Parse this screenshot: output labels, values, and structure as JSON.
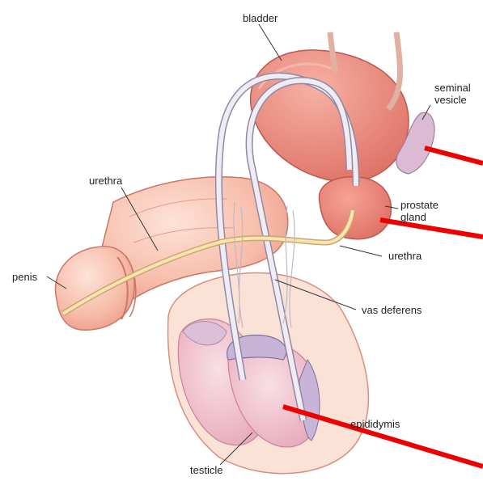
{
  "labels": {
    "bladder": "bladder",
    "seminal_vesicle_line1": "seminal",
    "seminal_vesicle_line2": "vesicle",
    "urethra_left": "urethra",
    "prostate_line1": "prostate",
    "prostate_line2": "gland",
    "penis": "penis",
    "urethra_right": "urethra",
    "vas_deferens": "vas deferens",
    "epididymis": "epididymis",
    "testicle": "testicle"
  },
  "colors": {
    "tissue_light": "#fbd2c4",
    "tissue_mid": "#f4aa98",
    "tissue_dark": "#e27d6d",
    "bladder": "#ee8e82",
    "duct": "#f1ecf3",
    "duct_outline": "#8e8aa6",
    "vesicle": "#d8b8d2",
    "urethra_tube": "#f7e4b2",
    "pointer": "#ee0000"
  }
}
